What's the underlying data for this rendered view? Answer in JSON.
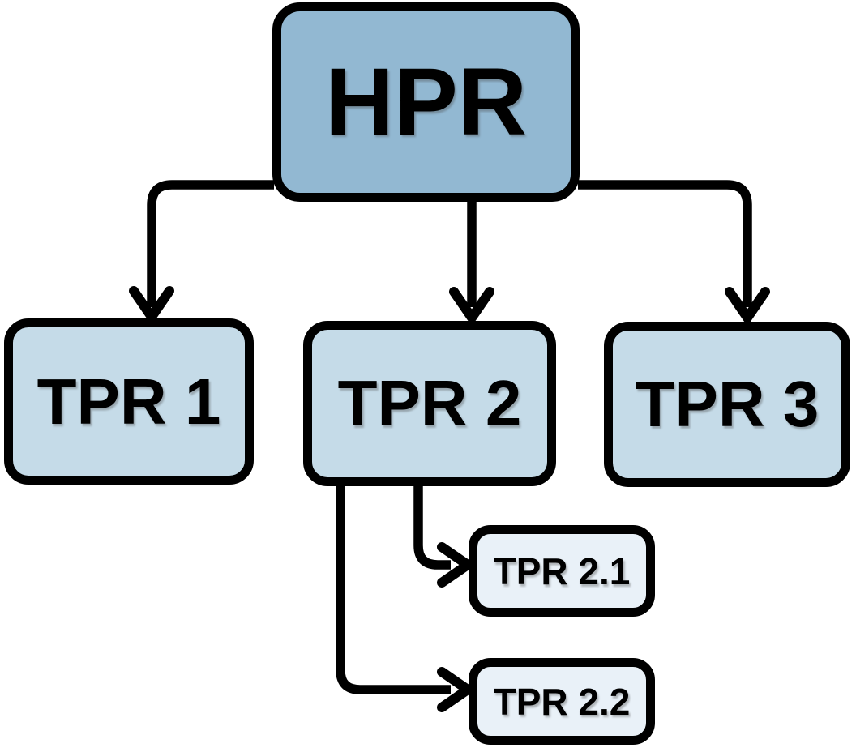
{
  "diagram": {
    "type": "hierarchy",
    "background_color": "#ffffff",
    "line_color": "#000000",
    "text_color": "#000000",
    "nodes": {
      "hpr": {
        "label": "HPR",
        "level": 0,
        "fill": "#92b8d2"
      },
      "tpr1": {
        "label": "TPR 1",
        "level": 1,
        "fill": "#c5dbe8"
      },
      "tpr2": {
        "label": "TPR 2",
        "level": 1,
        "fill": "#c5dbe8"
      },
      "tpr3": {
        "label": "TPR 3",
        "level": 1,
        "fill": "#c5dbe8"
      },
      "tpr21": {
        "label": "TPR 2.1",
        "level": 2,
        "fill": "#e9f1f8"
      },
      "tpr22": {
        "label": "TPR 2.2",
        "level": 2,
        "fill": "#e9f1f8"
      }
    },
    "edges": [
      {
        "from": "HPR",
        "to": "TPR 1"
      },
      {
        "from": "HPR",
        "to": "TPR 2"
      },
      {
        "from": "HPR",
        "to": "TPR 3"
      },
      {
        "from": "TPR 2",
        "to": "TPR 2.1"
      },
      {
        "from": "TPR 2",
        "to": "TPR 2.2"
      }
    ]
  }
}
